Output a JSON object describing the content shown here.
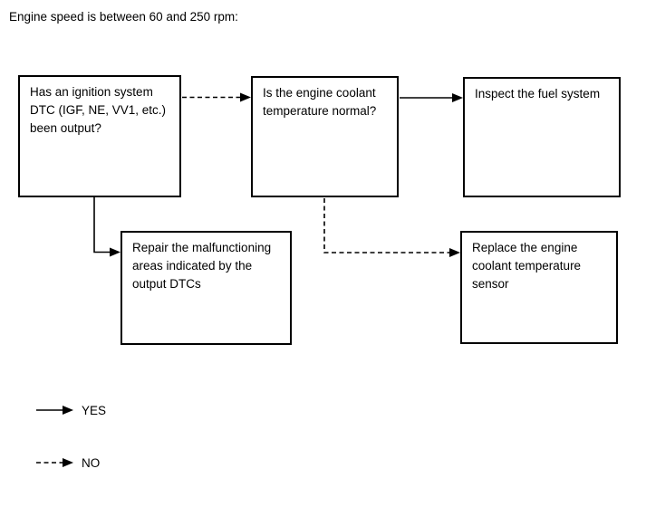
{
  "heading": "Engine speed is between 60 and 250 rpm:",
  "boxes": {
    "ignition_dtc": {
      "text": "Has an ignition system DTC (IGF, NE, VV1, etc.) been output?"
    },
    "coolant_temp": {
      "text": "Is the engine coolant temperature normal?"
    },
    "inspect_fuel": {
      "text": "Inspect the fuel system"
    },
    "repair_dtc": {
      "text": "Repair the malfunctioning areas indicated by the output DTCs"
    },
    "replace_sensor": {
      "text": "Replace the engine coolant temperature sensor"
    }
  },
  "connections": [
    {
      "from": "ignition_dtc",
      "to": "coolant_temp",
      "answer": "NO",
      "style": "dashed"
    },
    {
      "from": "ignition_dtc",
      "to": "repair_dtc",
      "answer": "YES",
      "style": "solid"
    },
    {
      "from": "coolant_temp",
      "to": "inspect_fuel",
      "answer": "YES",
      "style": "solid"
    },
    {
      "from": "coolant_temp",
      "to": "replace_sensor",
      "answer": "NO",
      "style": "dashed"
    }
  ],
  "legend": {
    "yes": "YES",
    "no": "NO"
  },
  "colors": {
    "line": "#000000",
    "text": "#000000",
    "background": "#ffffff"
  }
}
